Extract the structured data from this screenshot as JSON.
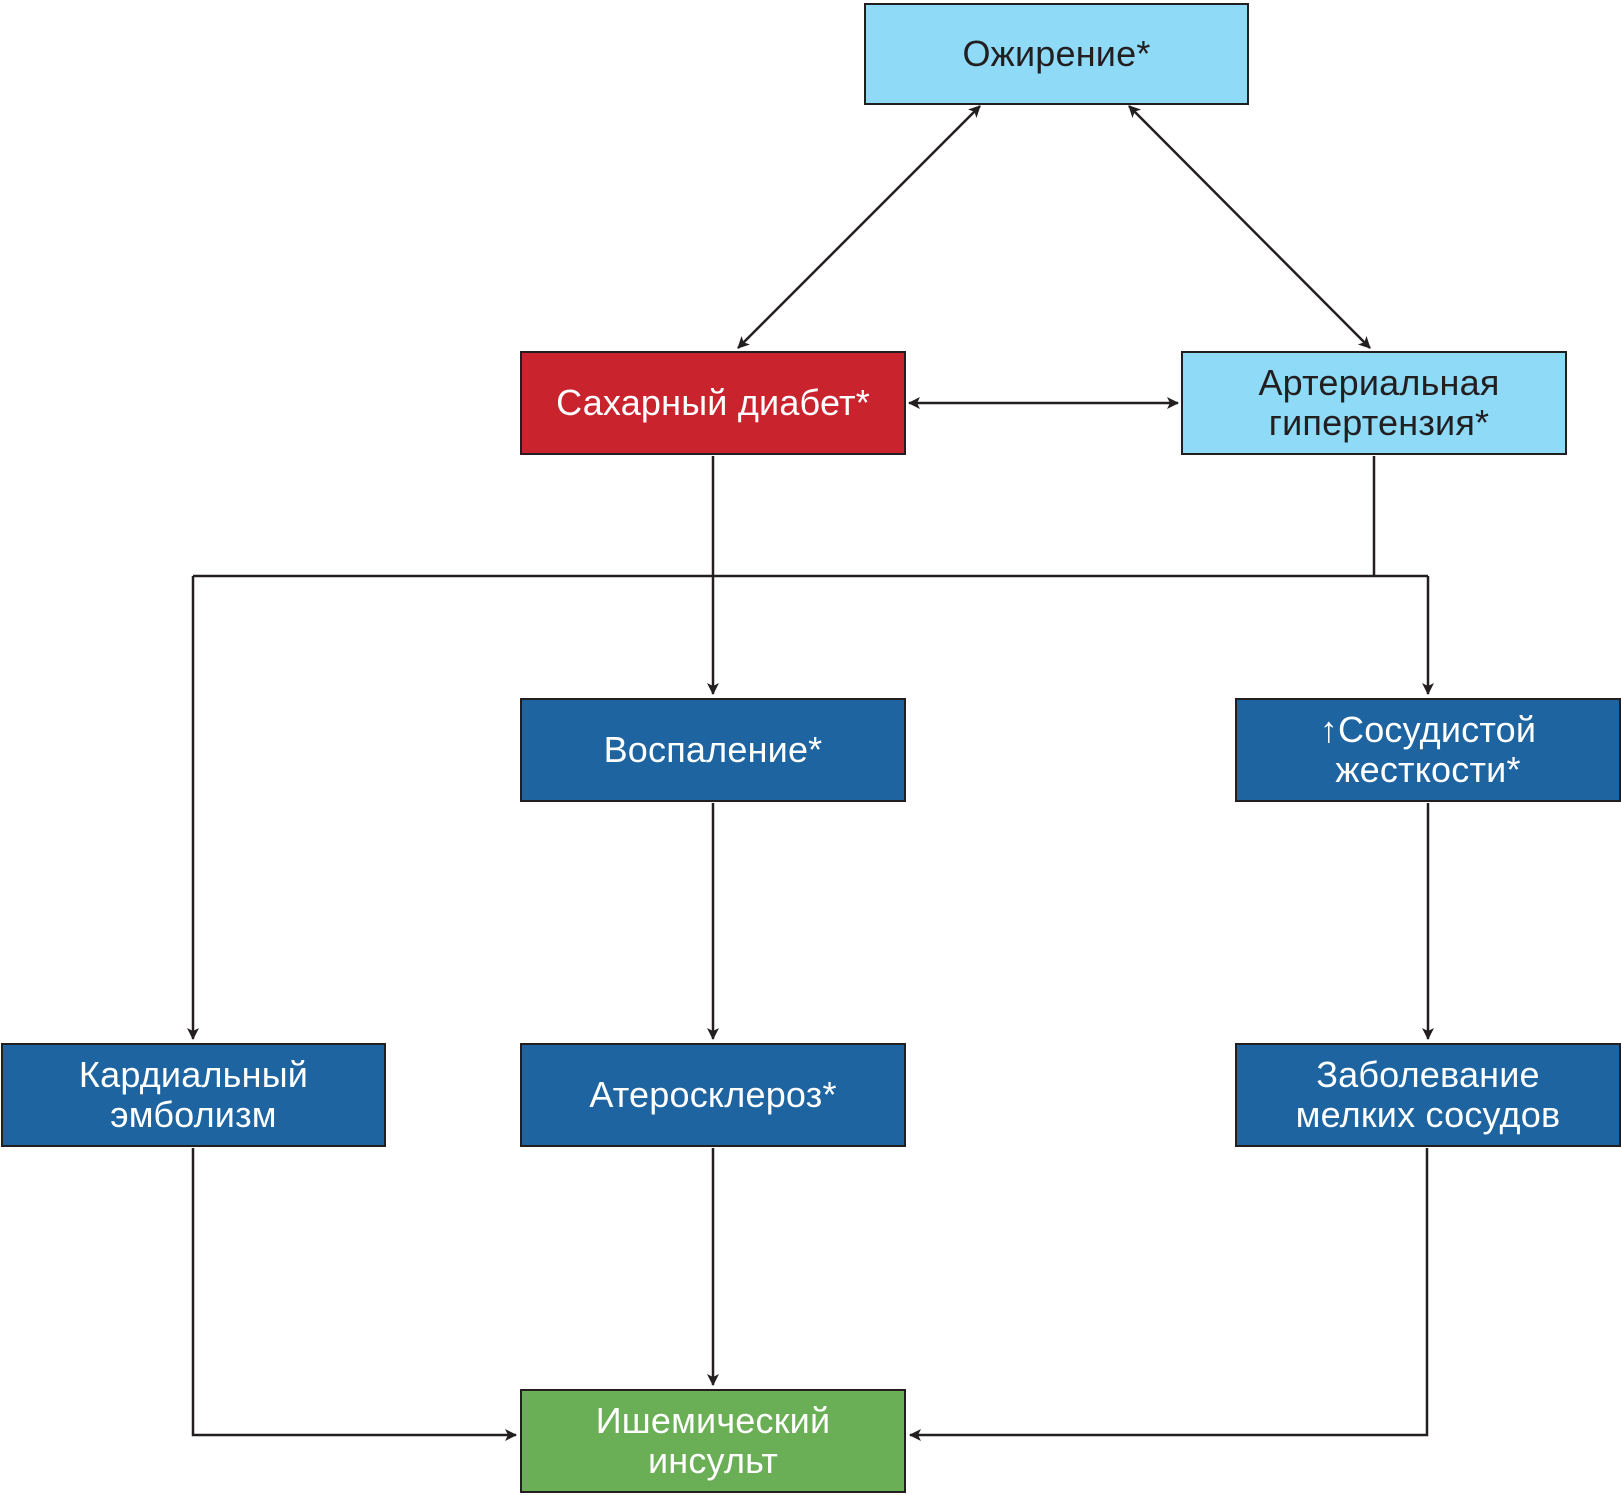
{
  "diagram": {
    "nodes": {
      "obesity": {
        "lines": [
          "Ожирение*"
        ]
      },
      "diabetes": {
        "lines": [
          "Сахарный диабет*"
        ]
      },
      "hypertension": {
        "lines": [
          "Артериальная",
          "гипертензия*"
        ]
      },
      "inflammation": {
        "lines": [
          "Воспаление*"
        ]
      },
      "stiffness": {
        "lines": [
          "↑Сосудистой",
          "жесткости*"
        ]
      },
      "cardiac": {
        "lines": [
          "Кардиальный",
          "эмболизм"
        ]
      },
      "athero": {
        "lines": [
          "Атеросклероз*"
        ]
      },
      "smallvessel": {
        "lines": [
          "Заболевание",
          "мелких сосудов"
        ]
      },
      "stroke": {
        "lines": [
          "Ишемический",
          "инсульт"
        ]
      }
    },
    "colors": {
      "light_blue": "#8fdaf6",
      "red": "#c9242d",
      "dark_blue": "#1d64a0",
      "green": "#6aae55",
      "line": "#231f20"
    },
    "edges": [
      {
        "from": "obesity",
        "to": "diabetes",
        "bidirectional": true
      },
      {
        "from": "obesity",
        "to": "hypertension",
        "bidirectional": true
      },
      {
        "from": "diabetes",
        "to": "hypertension",
        "bidirectional": true
      },
      {
        "from": "diabetes",
        "to": "inflammation"
      },
      {
        "from": "diabetes",
        "to": "cardiac"
      },
      {
        "from": "diabetes",
        "to": "stiffness"
      },
      {
        "from": "hypertension",
        "to": "cardiac"
      },
      {
        "from": "hypertension",
        "to": "inflammation"
      },
      {
        "from": "hypertension",
        "to": "stiffness"
      },
      {
        "from": "inflammation",
        "to": "athero"
      },
      {
        "from": "stiffness",
        "to": "smallvessel"
      },
      {
        "from": "cardiac",
        "to": "stroke"
      },
      {
        "from": "athero",
        "to": "stroke"
      },
      {
        "from": "smallvessel",
        "to": "stroke"
      }
    ]
  }
}
